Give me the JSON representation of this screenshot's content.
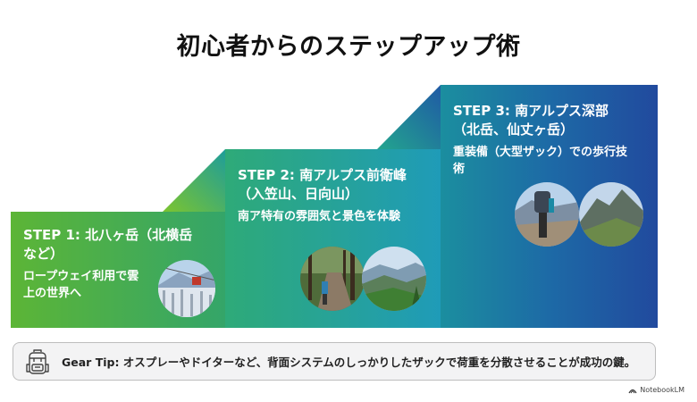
{
  "title": "初心者からのステップアップ術",
  "steps": [
    {
      "title_line1": "STEP 1: 北八ヶ岳（北横岳",
      "title_line2": "など）",
      "desc_line1": "ロープウェイ利用で雲",
      "desc_line2": "上の世界へ",
      "photos": [
        "ropeway-snow-forest-photo"
      ]
    },
    {
      "title_line1": "STEP 2: 南アルプス前衛峰",
      "title_line2": "（入笠山、日向山）",
      "desc_line1": "南ア特有の雰囲気と景色を体験",
      "photos": [
        "forest-trail-hikers-photo",
        "green-mountain-range-photo"
      ]
    },
    {
      "title_line1": "STEP 3: 南アルプス深部",
      "title_line2": "（北岳、仙丈ヶ岳）",
      "desc_line1": "重装備（大型ザック）での歩行技",
      "desc_line2": "術",
      "photos": [
        "backpacker-ridge-photo",
        "rocky-peak-photo"
      ]
    }
  ],
  "colors": {
    "step1": "#5db43a",
    "step2": "#2aa88e",
    "step3": "#1f4fa0",
    "tip_bg": "#f3f3f4"
  },
  "gear_tip": {
    "icon": "backpack-icon",
    "text": "Gear Tip: オスプレーやドイターなど、背面システムのしっかりしたザックで荷重を分散させることが成功の鍵。"
  },
  "brand": {
    "label": "NotebookLM"
  }
}
